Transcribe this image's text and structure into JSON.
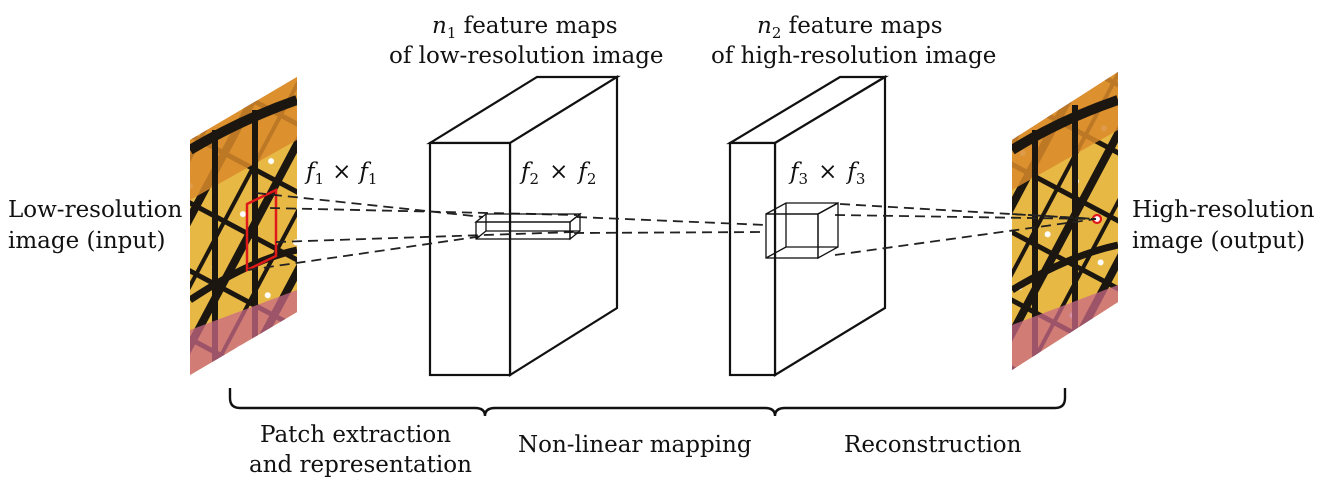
{
  "diagram": {
    "input_label": [
      "Low-resolution",
      "image (input)"
    ],
    "output_label": [
      "High-resolution",
      "image (output)"
    ],
    "layer1": {
      "title_var": "n",
      "title_sub": "1",
      "title_rest": " feature maps",
      "title_line2": "of low-resolution image",
      "filter": {
        "a": "f",
        "a_sub": "1",
        "times": "×",
        "b": "f",
        "b_sub": "1"
      }
    },
    "layer2": {
      "title_var": "n",
      "title_sub": "2",
      "title_rest": " feature maps",
      "title_line2": "of high-resolution image",
      "filter": {
        "a": "f",
        "a_sub": "2",
        "times": "×",
        "b": "f",
        "b_sub": "2"
      }
    },
    "layer3": {
      "filter": {
        "a": "f",
        "a_sub": "3",
        "times": "×",
        "b": "f",
        "b_sub": "3"
      }
    },
    "stages": {
      "patch": [
        "Patch extraction",
        "and representation"
      ],
      "mapping": "Non-linear mapping",
      "reconstruction": "Reconstruction"
    },
    "colors": {
      "wing_yellow": "#e8b845",
      "wing_orange": "#d98a2a",
      "vein_black": "#1b1710",
      "flower_pink": "#c96a86",
      "patch_red": "#e0191b"
    }
  }
}
